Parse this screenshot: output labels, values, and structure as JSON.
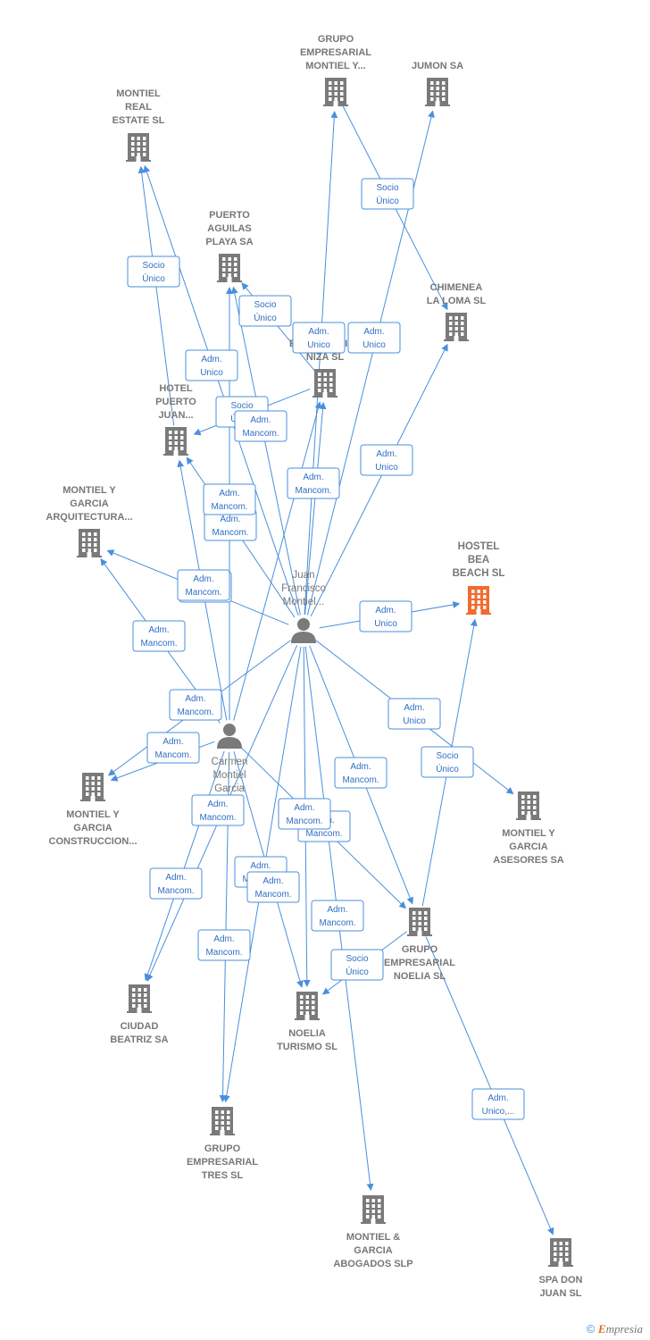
{
  "colors": {
    "building": "#7a7a7a",
    "focus_building": "#f26a2e",
    "person": "#7a7a7a",
    "edge": "#4a8fdc",
    "edge_text": "#2f6fc4"
  },
  "nodes": [
    {
      "id": "montiel_real",
      "type": "company",
      "label": [
        "MONTIEL",
        "REAL",
        "ESTATE  SL"
      ]
    },
    {
      "id": "grupo_montiel",
      "type": "company",
      "label": [
        "GRUPO",
        "EMPRESARIAL",
        "MONTIEL Y..."
      ]
    },
    {
      "id": "jumon",
      "type": "company",
      "label": [
        "JUMON SA"
      ]
    },
    {
      "id": "puerto_aguilas",
      "type": "company",
      "label": [
        "PUERTO",
        "AGUILAS",
        "PLAYA SA"
      ]
    },
    {
      "id": "chimenea",
      "type": "company",
      "label": [
        "CHIMENEA",
        "LA LOMA SL"
      ]
    },
    {
      "id": "emp_niza",
      "type": "company",
      "label": [
        "...O",
        "EMPRESARIAL",
        "NIZA SL"
      ]
    },
    {
      "id": "hotel_puerto",
      "type": "company",
      "label": [
        "HOTEL",
        "PUERTO",
        "JUAN..."
      ]
    },
    {
      "id": "montiel_arq",
      "type": "company",
      "label": [
        "MONTIEL Y",
        "GARCIA",
        "ARQUITECTURA..."
      ]
    },
    {
      "id": "hostel_bea",
      "type": "focus",
      "label": [
        "HOSTEL",
        "BEA",
        "BEACH  SL"
      ]
    },
    {
      "id": "montiel_constr",
      "type": "company",
      "label": [
        "MONTIEL Y",
        "GARCIA",
        "CONSTRUCCION..."
      ]
    },
    {
      "id": "montiel_asesores",
      "type": "company",
      "label": [
        "MONTIEL Y",
        "GARCIA",
        "ASESORES SA"
      ]
    },
    {
      "id": "grupo_noelia",
      "type": "company",
      "label": [
        "GRUPO",
        "EMPRESARIAL",
        "NOELIA SL"
      ]
    },
    {
      "id": "ciudad_beatriz",
      "type": "company",
      "label": [
        "CIUDAD",
        "BEATRIZ SA"
      ]
    },
    {
      "id": "noelia_turismo",
      "type": "company",
      "label": [
        "NOELIA",
        "TURISMO  SL"
      ]
    },
    {
      "id": "grupo_tres",
      "type": "company",
      "label": [
        "GRUPO",
        "EMPRESARIAL",
        "TRES SL"
      ]
    },
    {
      "id": "montiel_abogados",
      "type": "company",
      "label": [
        "MONTIEL &",
        "GARCIA",
        "ABOGADOS  SLP"
      ]
    },
    {
      "id": "spa_don_juan",
      "type": "company",
      "label": [
        "SPA DON",
        "JUAN  SL"
      ]
    },
    {
      "id": "juan",
      "type": "person",
      "label": [
        "Juan",
        "Francisco",
        "Montiel..."
      ]
    },
    {
      "id": "carmen",
      "type": "person",
      "label": [
        "Carmen",
        "Montiel",
        "Garcia"
      ]
    }
  ],
  "edges": [
    {
      "from": "hotel_puerto",
      "to": "montiel_real",
      "label": [
        "Socio",
        "Único"
      ]
    },
    {
      "from": "juan",
      "to": "montiel_real",
      "label": [
        "Adm.",
        "Unico"
      ]
    },
    {
      "from": "grupo_montiel",
      "to": "chimenea",
      "label": [
        "Socio",
        "Único"
      ]
    },
    {
      "from": "emp_niza",
      "to": "puerto_aguilas",
      "label": [
        "Socio",
        "Único"
      ]
    },
    {
      "from": "juan",
      "to": "grupo_montiel",
      "label": [
        "Adm.",
        "Unico"
      ]
    },
    {
      "from": "juan",
      "to": "jumon",
      "label": [
        "Adm.",
        "Unico"
      ]
    },
    {
      "from": "juan",
      "to": "chimenea",
      "label": [
        "Adm.",
        "Unico"
      ]
    },
    {
      "from": "emp_niza",
      "to": "hotel_puerto",
      "label": [
        "Socio",
        "Único"
      ]
    },
    {
      "from": "juan",
      "to": "puerto_aguilas",
      "label": [
        "Adm.",
        "Mancom."
      ]
    },
    {
      "from": "carmen",
      "to": "puerto_aguilas",
      "label": [
        "Adm.",
        "Mancom."
      ]
    },
    {
      "from": "juan",
      "to": "emp_niza",
      "label": [
        "Adm.",
        "Mancom."
      ]
    },
    {
      "from": "carmen",
      "to": "emp_niza",
      "label": [
        "Adm.",
        "Mancom."
      ]
    },
    {
      "from": "juan",
      "to": "hotel_puerto",
      "label": [
        "Adm.",
        "Mancom."
      ]
    },
    {
      "from": "carmen",
      "to": "hotel_puerto",
      "label": [
        "Adm.",
        "Mancom."
      ]
    },
    {
      "from": "juan",
      "to": "montiel_arq",
      "label": [
        "Adm.",
        "Mancom."
      ]
    },
    {
      "from": "carmen",
      "to": "montiel_arq",
      "label": [
        "Adm.",
        "Mancom."
      ]
    },
    {
      "from": "juan",
      "to": "hostel_bea",
      "label": [
        "Adm.",
        "Unico"
      ]
    },
    {
      "from": "juan",
      "to": "montiel_constr",
      "label": [
        "Adm.",
        "Mancom."
      ]
    },
    {
      "from": "carmen",
      "to": "montiel_constr",
      "label": [
        "Adm.",
        "Mancom."
      ]
    },
    {
      "from": "juan",
      "to": "montiel_asesores",
      "label": [
        "Adm.",
        "Unico"
      ]
    },
    {
      "from": "grupo_noelia",
      "to": "hostel_bea",
      "label": [
        "Socio",
        "Único"
      ]
    },
    {
      "from": "juan",
      "to": "grupo_noelia",
      "label": [
        "Adm.",
        "Mancom."
      ]
    },
    {
      "from": "carmen",
      "to": "grupo_noelia",
      "label": [
        "Adm.",
        "Mancom."
      ]
    },
    {
      "from": "juan",
      "to": "ciudad_beatriz",
      "label": [
        "Adm.",
        "Mancom."
      ]
    },
    {
      "from": "carmen",
      "to": "ciudad_beatriz",
      "label": [
        "Adm.",
        "Mancom."
      ]
    },
    {
      "from": "juan",
      "to": "noelia_turismo",
      "label": [
        "Adm.",
        "Mancom."
      ]
    },
    {
      "from": "carmen",
      "to": "noelia_turismo",
      "label": [
        "Adm.",
        "Mancom."
      ]
    },
    {
      "from": "grupo_noelia",
      "to": "noelia_turismo",
      "label": [
        "Socio",
        "Único"
      ]
    },
    {
      "from": "juan",
      "to": "grupo_tres",
      "label": [
        "Adm.",
        "Mancom."
      ]
    },
    {
      "from": "carmen",
      "to": "grupo_tres",
      "label": [
        "Adm.",
        "Mancom."
      ]
    },
    {
      "from": "juan",
      "to": "montiel_abogados",
      "label": [
        "Adm.",
        "Unico,..."
      ]
    },
    {
      "from": "grupo_noelia",
      "to": "spa_don_juan",
      "label": [
        "Socio",
        "Único"
      ]
    }
  ],
  "footer": {
    "copyright": "©",
    "brand_e": "E",
    "brand_rest": "mpresia"
  }
}
